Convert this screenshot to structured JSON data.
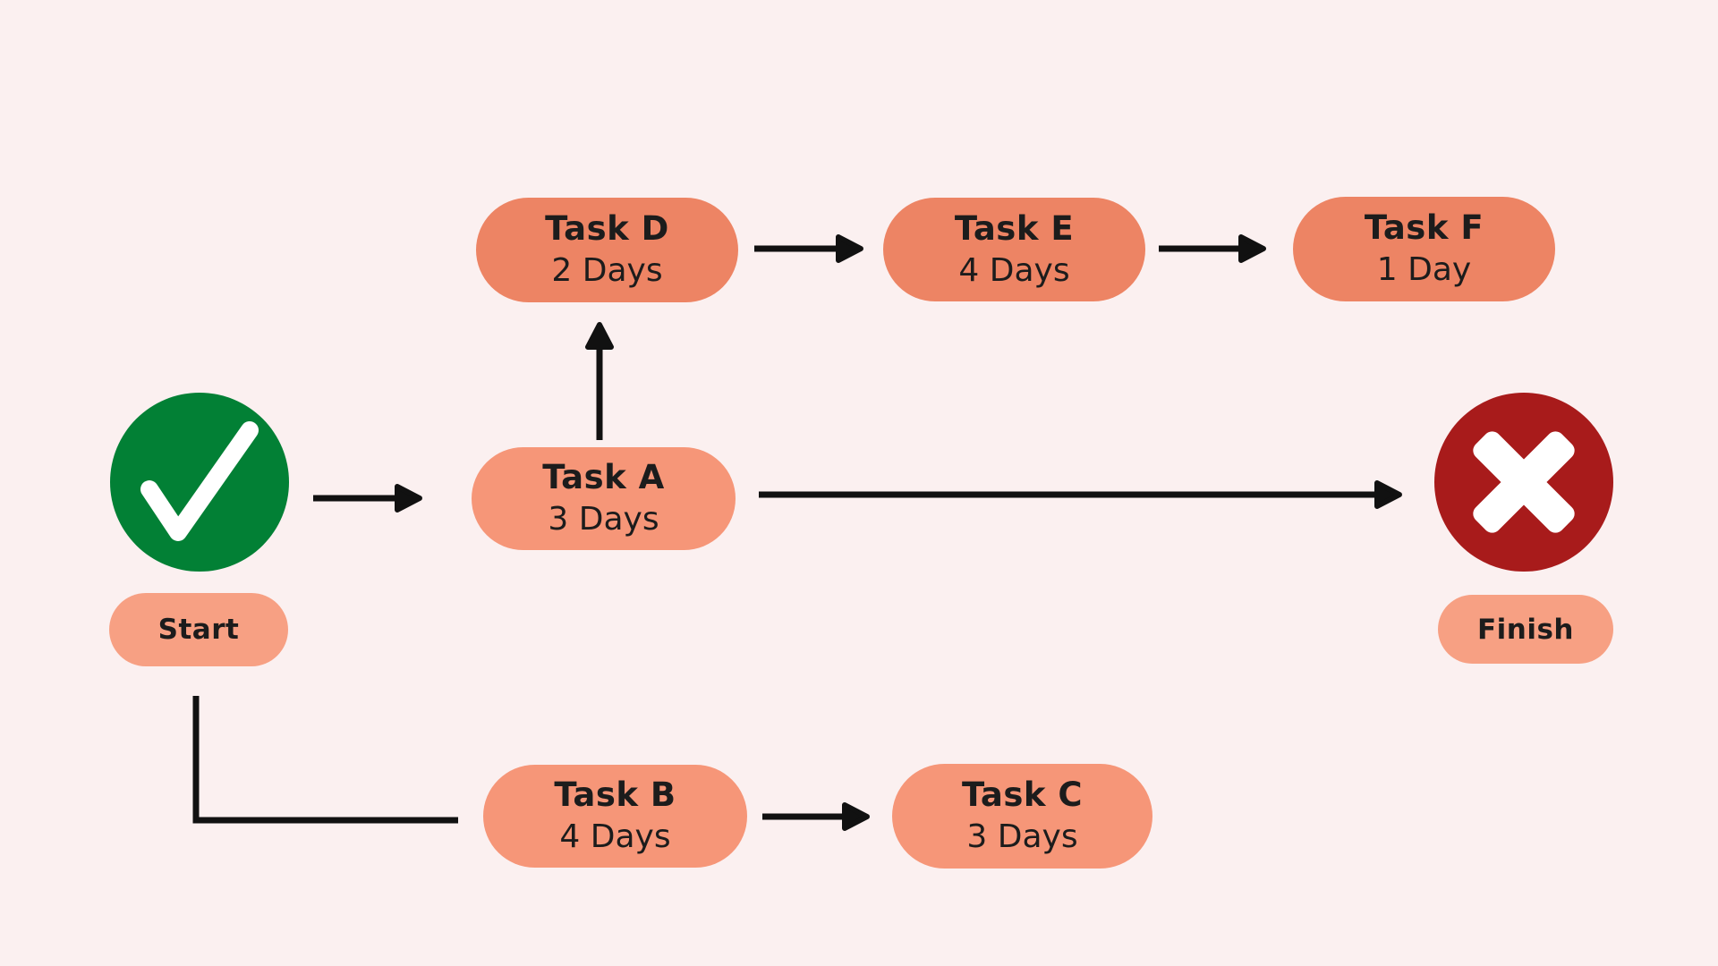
{
  "diagram": {
    "type": "flowchart",
    "colors": {
      "background": "#FBF0F0",
      "task_pill_light": "#F69678",
      "task_pill_dark": "#ED8464",
      "terminal_pill": "#F7A083",
      "start_circle_green": "#028035",
      "finish_circle_red": "#A81B1B",
      "arrow_black": "#111111",
      "text_dark": "#1C1C1C",
      "icon_white": "#FFFFFF"
    },
    "nodes": {
      "start": {
        "label": "Start",
        "icon": "checkmark-icon"
      },
      "finish": {
        "label": "Finish",
        "icon": "cross-icon"
      },
      "task_a": {
        "title": "Task A",
        "duration": "3 Days"
      },
      "task_b": {
        "title": "Task B",
        "duration": "4 Days"
      },
      "task_c": {
        "title": "Task C",
        "duration": "3 Days"
      },
      "task_d": {
        "title": "Task D",
        "duration": "2 Days"
      },
      "task_e": {
        "title": "Task E",
        "duration": "4 Days"
      },
      "task_f": {
        "title": "Task F",
        "duration": "1 Day"
      }
    },
    "edges": [
      {
        "from": "Start",
        "to": "Task A",
        "arrowhead": true
      },
      {
        "from": "Task A",
        "to": "Task D",
        "arrowhead": true
      },
      {
        "from": "Task D",
        "to": "Task E",
        "arrowhead": true
      },
      {
        "from": "Task E",
        "to": "Task F",
        "arrowhead": true
      },
      {
        "from": "Task A",
        "to": "Finish",
        "arrowhead": true
      },
      {
        "from": "Start",
        "to": "Task B",
        "arrowhead": false
      },
      {
        "from": "Task B",
        "to": "Task C",
        "arrowhead": true
      }
    ]
  }
}
